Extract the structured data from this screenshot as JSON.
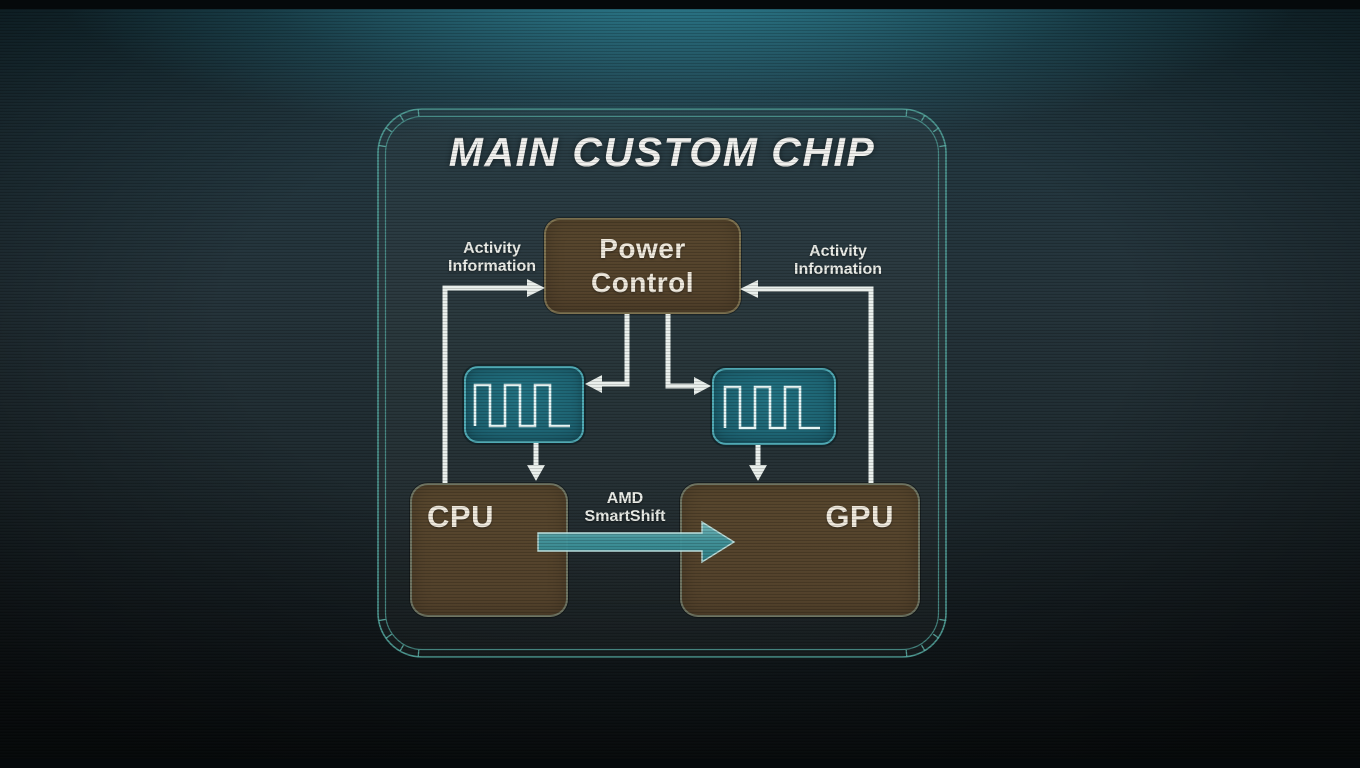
{
  "slide": {
    "title": "MAIN CUSTOM CHIP",
    "nodes": {
      "power_control": {
        "label": "Power\nControl"
      },
      "cpu": {
        "label": "CPU"
      },
      "gpu": {
        "label": "GPU"
      },
      "cpu_clock": {
        "icon": "clock-signal-icon"
      },
      "gpu_clock": {
        "icon": "clock-signal-icon"
      }
    },
    "annotations": {
      "activity_left": "Activity\nInformation",
      "activity_right": "Activity\nInformation",
      "smartshift": "AMD\nSmartShift"
    },
    "connections": [
      "cpu -> power_control (activity information)",
      "gpu -> power_control (activity information)",
      "power_control -> cpu_clock",
      "power_control -> gpu_clock",
      "cpu_clock -> cpu",
      "gpu_clock -> gpu",
      "cpu -> gpu (AMD SmartShift)"
    ],
    "colors": {
      "background_teal": "#213740",
      "glow_cyan": "#40c4e0",
      "frame_teal": "#54a09a",
      "node_brown": "#54432b",
      "clock_teal": "#1e6572",
      "clock_border": "#4fa9b4",
      "connector_white": "#e9efec",
      "smartshift_teal": "#3e949c",
      "text_light": "#efe9dd"
    }
  }
}
